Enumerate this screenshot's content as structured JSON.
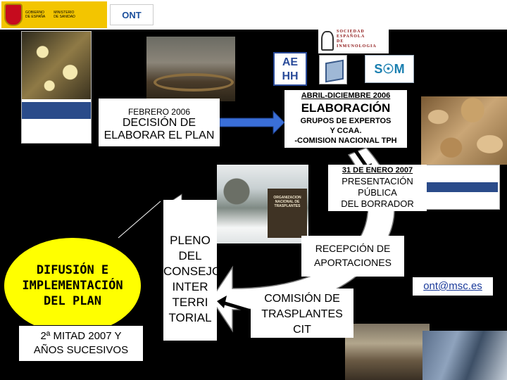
{
  "slide": {
    "steps": {
      "decision": {
        "date": "FEBRERO 2006",
        "title": "DECISIÓN DE",
        "subtitle": "ELABORAR EL PLAN"
      },
      "elaboracion": {
        "date": "ABRIL-DICIEMBRE 2006",
        "title": "ELABORACIÓN",
        "line1": "GRUPOS DE EXPERTOS",
        "line2": "Y CCAA.",
        "line3": "-COMISION NACIONAL TPH"
      },
      "presentacion": {
        "date": "31 DE ENERO 2007",
        "line1": "PRESENTACIÓN",
        "line2": "PÚBLICA",
        "line3": "DEL BORRADOR"
      },
      "recepcion": {
        "line1": "RECEPCIÓN DE",
        "line2": "APORTACIONES"
      },
      "comision": {
        "line1": "COMISIÓN DE",
        "line2": "TRASPLANTES",
        "line3": "CIT"
      },
      "pleno": {
        "line1": "PLENO",
        "line2": "DEL",
        "line3": "CONSEJO",
        "line4": "INTER",
        "line5": "TERRI",
        "line6": "TORIAL"
      },
      "difusion": {
        "line1": "DIFUSIÓN E",
        "line2": "IMPLEMENTACIÓN",
        "line3": "DEL PLAN"
      },
      "sucesivos": {
        "line1": "2ª MITAD 2007 Y",
        "line2": "AÑOS SUCESIVOS"
      }
    },
    "email": "ont@msc.es",
    "logos": {
      "gov_line1": "GOBIERNO",
      "gov_line2": "DE ESPAÑA",
      "ministry_line1": "MINISTERIO",
      "ministry_line2": "DE SANIDAD",
      "ont": "ONT",
      "aehh_line1": "AE",
      "aehh_line2": "HH",
      "sociedad_line1": "SOCIEDAD",
      "sociedad_line2": "ESPAÑOLA",
      "sociedad_line3": "DE",
      "sociedad_line4": "INMUNOLOGIA",
      "sign": "ORGANIZACION NACIONAL DE TRASPLANTES"
    },
    "colors": {
      "background": "#000000",
      "circle": "#ffff00",
      "arrow": "#000000"
    },
    "icons": [
      "arrow-icon",
      "cycle-arc"
    ]
  }
}
